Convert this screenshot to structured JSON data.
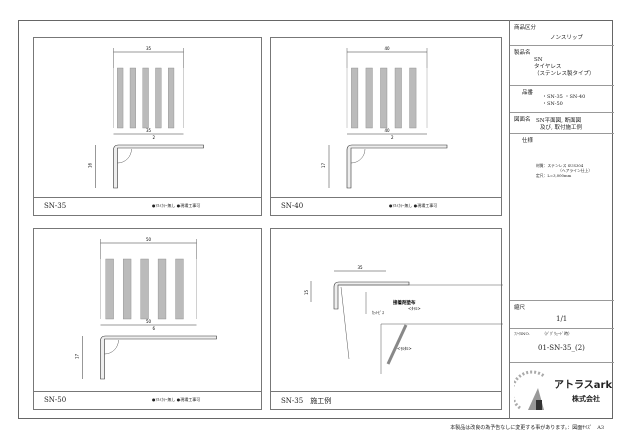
{
  "panels": [
    {
      "title": "SN-35",
      "note": "●ｱﾙﾐｶﾗｰ無し ●現場工事可",
      "width_dim": "35",
      "base_dim": "35",
      "pitch_dim": "2",
      "height_dim": "16"
    },
    {
      "title": "SN-40",
      "note": "●ｱﾙﾐｶﾗｰ無し ●現場工事可",
      "width_dim": "40",
      "base_dim": "40",
      "pitch_dim": "2",
      "height_dim": "17"
    },
    {
      "title": "SN-50",
      "note": "●ｱﾙﾐｶﾗｰ無し ●現場工事可",
      "width_dim": "50",
      "base_dim": "50",
      "pitch_dim": "6",
      "height_dim": "17"
    },
    {
      "title": "SN-35　施工例",
      "width_dim": "35",
      "height_dim": "15",
      "label_adhesive": "接着剤塗布",
      "label_screw": "ｶｯﾄﾋﾞｽ",
      "label_tile": "<ﾀｲﾙ>",
      "label_mortar": "<ﾓﾙﾀﾙ>"
    }
  ],
  "title_block": {
    "category_label": "商品区分",
    "category": "ノンスリップ",
    "product_label": "製品名",
    "product_lines": [
      "SN",
      "タイヤレス",
      "（ステンレス製タイプ）"
    ],
    "part_label": "品番",
    "parts_line1": "・SN-35 ・SN-40",
    "parts_line2": "・SN-50",
    "drawing_label": "図面名",
    "drawing_line1": "SN平面図, 断面図",
    "drawing_line2": "及び, 取付施工例",
    "spec_label": "仕様",
    "spec_line1": "材質：ステンレス SUS304",
    "spec_line2": "（ヘアライン仕上）",
    "spec_line3": "定尺：L=3,000mm",
    "scale_label": "縮尺",
    "scale": "1/1",
    "file_label": "ﾌｧｲﾙNO.",
    "file_note": "（ﾃﾞｸﾞｳｪｰﾄﾞ時）",
    "file_no": "01-SN-35_(2)",
    "company_name": "アトラスark",
    "company_suffix": "株式会社"
  },
  "footer": "本製品は改良の為予告なしに変更する事があります。：図面ｻｲｽﾞ　A3"
}
